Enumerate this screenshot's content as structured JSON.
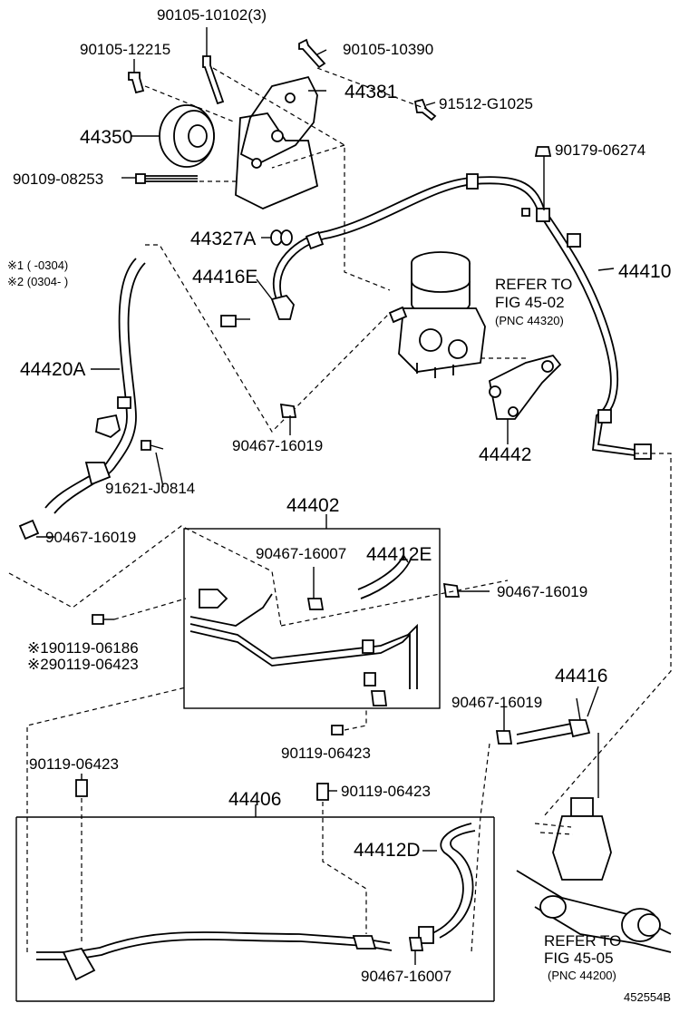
{
  "diagram_id": "452554B",
  "labels": {
    "p90105_10102": "90105-10102(3)",
    "p90105_12215": "90105-12215",
    "p90105_10390": "90105-10390",
    "p44381": "44381",
    "p91512_G1025": "91512-G1025",
    "p44350": "44350",
    "p90179_06274": "90179-06274",
    "p90109_08253": "90109-08253",
    "p44327A": "44327A",
    "p44410": "44410",
    "note1": "※1 (       -0304)",
    "note2": "※2 (0304-        )",
    "p44416E": "44416E",
    "refer1_line1": "REFER TO",
    "refer1_line2": "FIG 45-02",
    "refer1_line3": "(PNC 44320)",
    "p44420A": "44420A",
    "p90467_16019_a": "90467-16019",
    "p44442": "44442",
    "p91621_J0814": "91621-J0814",
    "p44402": "44402",
    "p90467_16019_b": "90467-16019",
    "p90467_16007_a": "90467-16007",
    "p44412E": "44412E",
    "p90467_16019_c": "90467-16019",
    "p90119_06186": "※190119-06186",
    "p90119_06423_alt": "※290119-06423",
    "p44416": "44416",
    "p90467_16019_d": "90467-16019",
    "p90119_06423_a": "90119-06423",
    "p90119_06423_b": "90119-06423",
    "p90119_06423_c": "90119-06423",
    "p44406": "44406",
    "p44412D": "44412D",
    "refer2_line1": "REFER TO",
    "refer2_line2": "FIG 45-05",
    "refer2_line3": "(PNC 44200)",
    "p90467_16007_b": "90467-16007"
  }
}
